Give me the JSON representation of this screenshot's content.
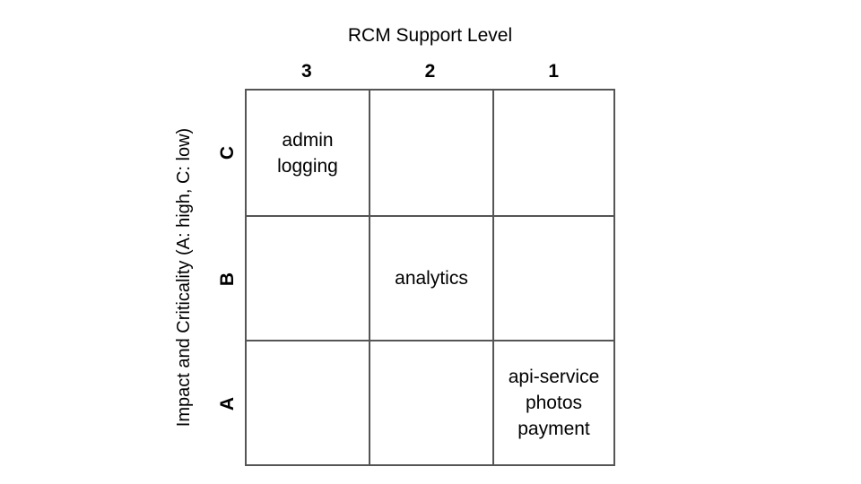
{
  "chart_data": {
    "type": "table",
    "title": "RCM Support Level",
    "xlabel": "RCM Support Level",
    "ylabel": "Impact and Criticality (A: high, C: low)",
    "columns": [
      "3",
      "2",
      "1"
    ],
    "rows": [
      "C",
      "B",
      "A"
    ],
    "grid": true,
    "legend": "none",
    "cells": [
      {
        "row": "C",
        "column": "3",
        "text": "admin\nlogging",
        "items": [
          "admin",
          "logging"
        ]
      },
      {
        "row": "C",
        "column": "2",
        "text": "",
        "items": []
      },
      {
        "row": "C",
        "column": "1",
        "text": "",
        "items": []
      },
      {
        "row": "B",
        "column": "3",
        "text": "",
        "items": []
      },
      {
        "row": "B",
        "column": "2",
        "text": "analytics",
        "items": [
          "analytics"
        ]
      },
      {
        "row": "B",
        "column": "1",
        "text": "",
        "items": []
      },
      {
        "row": "A",
        "column": "3",
        "text": "",
        "items": []
      },
      {
        "row": "A",
        "column": "2",
        "text": "",
        "items": []
      },
      {
        "row": "A",
        "column": "1",
        "text": "api-service\nphotos\npayment",
        "items": [
          "api-service",
          "photos",
          "payment"
        ]
      }
    ],
    "colors": {
      "grid_line": "#555555",
      "text": "#000000",
      "background": "#ffffff"
    }
  },
  "matrix": {
    "title": "RCM Support Level",
    "y_axis_label": "Impact and Criticality (A: high, C: low)",
    "column_headers": [
      "3",
      "2",
      "1"
    ],
    "row_headers": [
      "C",
      "B",
      "A"
    ],
    "cell_texts": [
      [
        "admin\nlogging",
        "",
        ""
      ],
      [
        "",
        "analytics",
        ""
      ],
      [
        "",
        "",
        "api-service\nphotos\npayment"
      ]
    ]
  }
}
